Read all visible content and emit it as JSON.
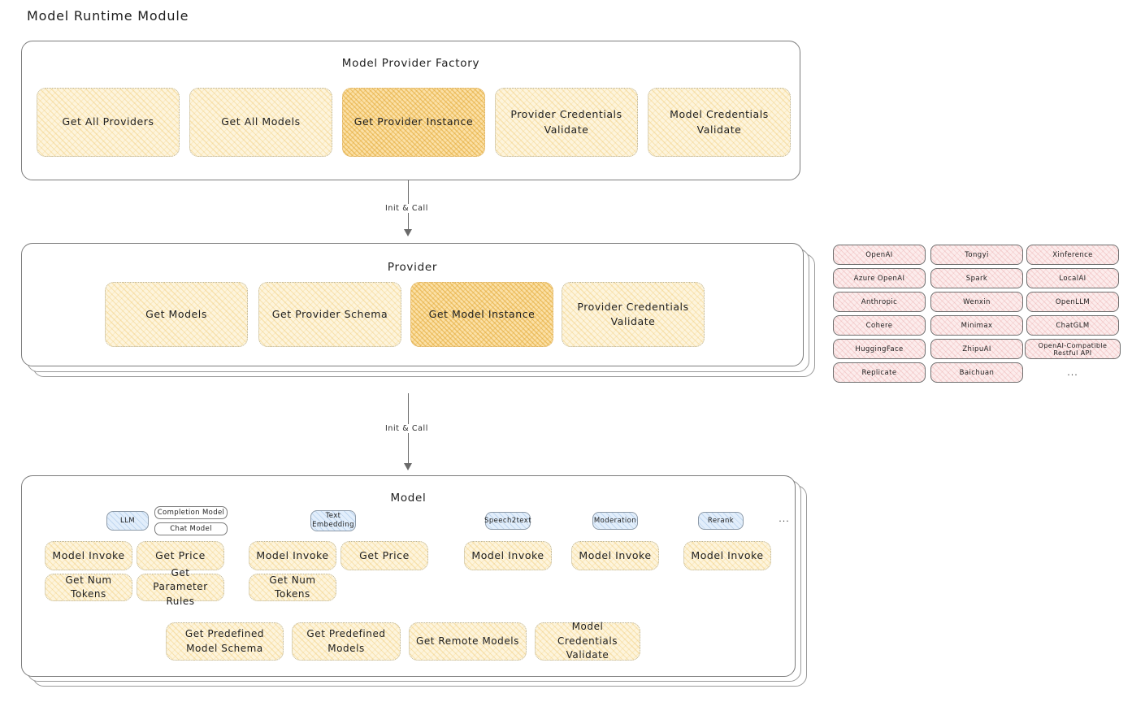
{
  "page": {
    "title": "Model Runtime Module"
  },
  "factory": {
    "title": "Model Provider Factory",
    "cards": [
      {
        "label": "Get All Providers",
        "highlighted": false
      },
      {
        "label": "Get All Models",
        "highlighted": false
      },
      {
        "label": "Get Provider Instance",
        "highlighted": true
      },
      {
        "label": "Provider Credentials Validate",
        "highlighted": false
      },
      {
        "label": "Model Credentials Validate",
        "highlighted": false
      }
    ]
  },
  "arrow1": {
    "label": "Init & Call"
  },
  "provider": {
    "title": "Provider",
    "cards": [
      {
        "label": "Get Models",
        "highlighted": false
      },
      {
        "label": "Get Provider Schema",
        "highlighted": false
      },
      {
        "label": "Get Model Instance",
        "highlighted": true
      },
      {
        "label": "Provider Credentials Validate",
        "highlighted": false
      }
    ]
  },
  "arrow2": {
    "label": "Init & Call"
  },
  "provider_list": {
    "column1": [
      "OpenAI",
      "Azure OpenAI",
      "Anthropic",
      "Cohere",
      "HuggingFace",
      "Replicate"
    ],
    "column2": [
      "Tongyi",
      "Spark",
      "Wenxin",
      "Minimax",
      "ZhipuAI",
      "Baichuan"
    ],
    "column3": [
      "Xinference",
      "LocalAI",
      "OpenLLM",
      "ChatGLM",
      "OpenAI-Compatible Restful API"
    ],
    "ellipsis": "..."
  },
  "model": {
    "title": "Model",
    "ellipsis": "...",
    "types": [
      {
        "name": "LLM",
        "subtypes": [
          "Completion Model",
          "Chat Model"
        ],
        "cards": [
          {
            "label": "Model Invoke",
            "highlighted": true
          },
          {
            "label": "Get Price",
            "highlighted": false
          },
          {
            "label": "Get Num Tokens",
            "highlighted": false
          },
          {
            "label": "Get Parameter Rules",
            "highlighted": false
          }
        ]
      },
      {
        "name": "Text Embedding",
        "subtypes": [],
        "cards": [
          {
            "label": "Model Invoke",
            "highlighted": true
          },
          {
            "label": "Get Price",
            "highlighted": false
          },
          {
            "label": "Get Num Tokens",
            "highlighted": false
          }
        ]
      },
      {
        "name": "Speech2text",
        "subtypes": [],
        "cards": [
          {
            "label": "Model Invoke",
            "highlighted": true
          }
        ]
      },
      {
        "name": "Moderation",
        "subtypes": [],
        "cards": [
          {
            "label": "Model Invoke",
            "highlighted": true
          }
        ]
      },
      {
        "name": "Rerank",
        "subtypes": [],
        "cards": [
          {
            "label": "Model Invoke",
            "highlighted": true
          }
        ]
      }
    ],
    "common_cards": [
      {
        "label": "Get Predefined Model Schema"
      },
      {
        "label": "Get Predefined Models"
      },
      {
        "label": "Get Remote Models"
      },
      {
        "label": "Model Credentials Validate"
      }
    ]
  },
  "colors": {
    "card_fill": "#fdf4dc",
    "card_fill_highlight": "#fbe0a6",
    "pill_blue": "#e2eefb",
    "pill_pink": "#fcecec",
    "stroke": "#7c7c7c",
    "text": "#1e1e1e"
  }
}
